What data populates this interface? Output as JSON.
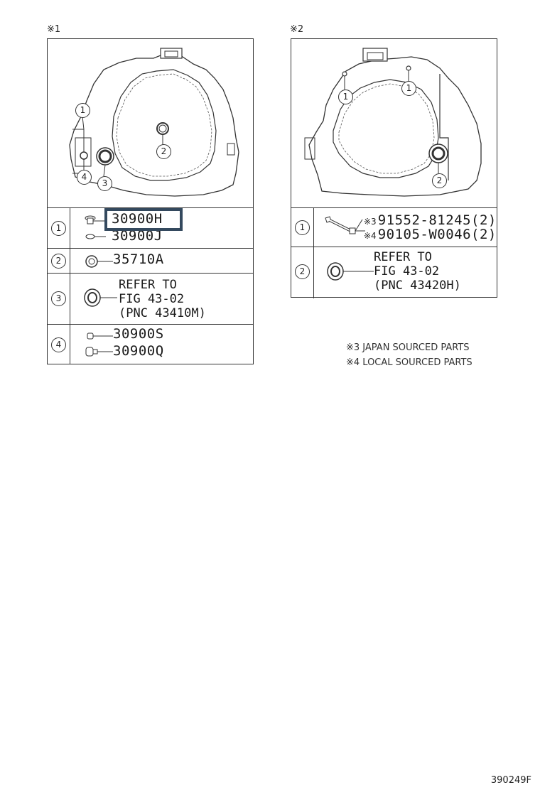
{
  "panel1": {
    "note_label": "※1",
    "callouts": [
      "1",
      "2",
      "3",
      "4"
    ],
    "rows": [
      {
        "num": "1",
        "parts": [
          "30900H",
          "30900J"
        ],
        "highlighted": "30900H"
      },
      {
        "num": "2",
        "parts": [
          "35710A"
        ]
      },
      {
        "num": "3",
        "ref_lines": [
          "REFER TO",
          "FIG 43-02",
          "(PNC 43410M)"
        ]
      },
      {
        "num": "4",
        "parts": [
          "30900S",
          "30900Q"
        ]
      }
    ]
  },
  "panel2": {
    "note_label": "※2",
    "callouts": [
      "1",
      "2"
    ],
    "rows": [
      {
        "num": "1",
        "parts": [
          {
            "mark": "※3",
            "text": "91552-81245(2)"
          },
          {
            "mark": "※4",
            "text": "90105-W0046(2)"
          }
        ]
      },
      {
        "num": "2",
        "ref_lines": [
          "REFER TO",
          "FIG 43-02",
          "(PNC 43420H)"
        ]
      }
    ]
  },
  "legend": [
    "※3 JAPAN SOURCED PARTS",
    "※4 LOCAL SOURCED PARTS"
  ],
  "figure_code": "390249F",
  "colors": {
    "highlight": "#34495e",
    "line": "#333333"
  }
}
